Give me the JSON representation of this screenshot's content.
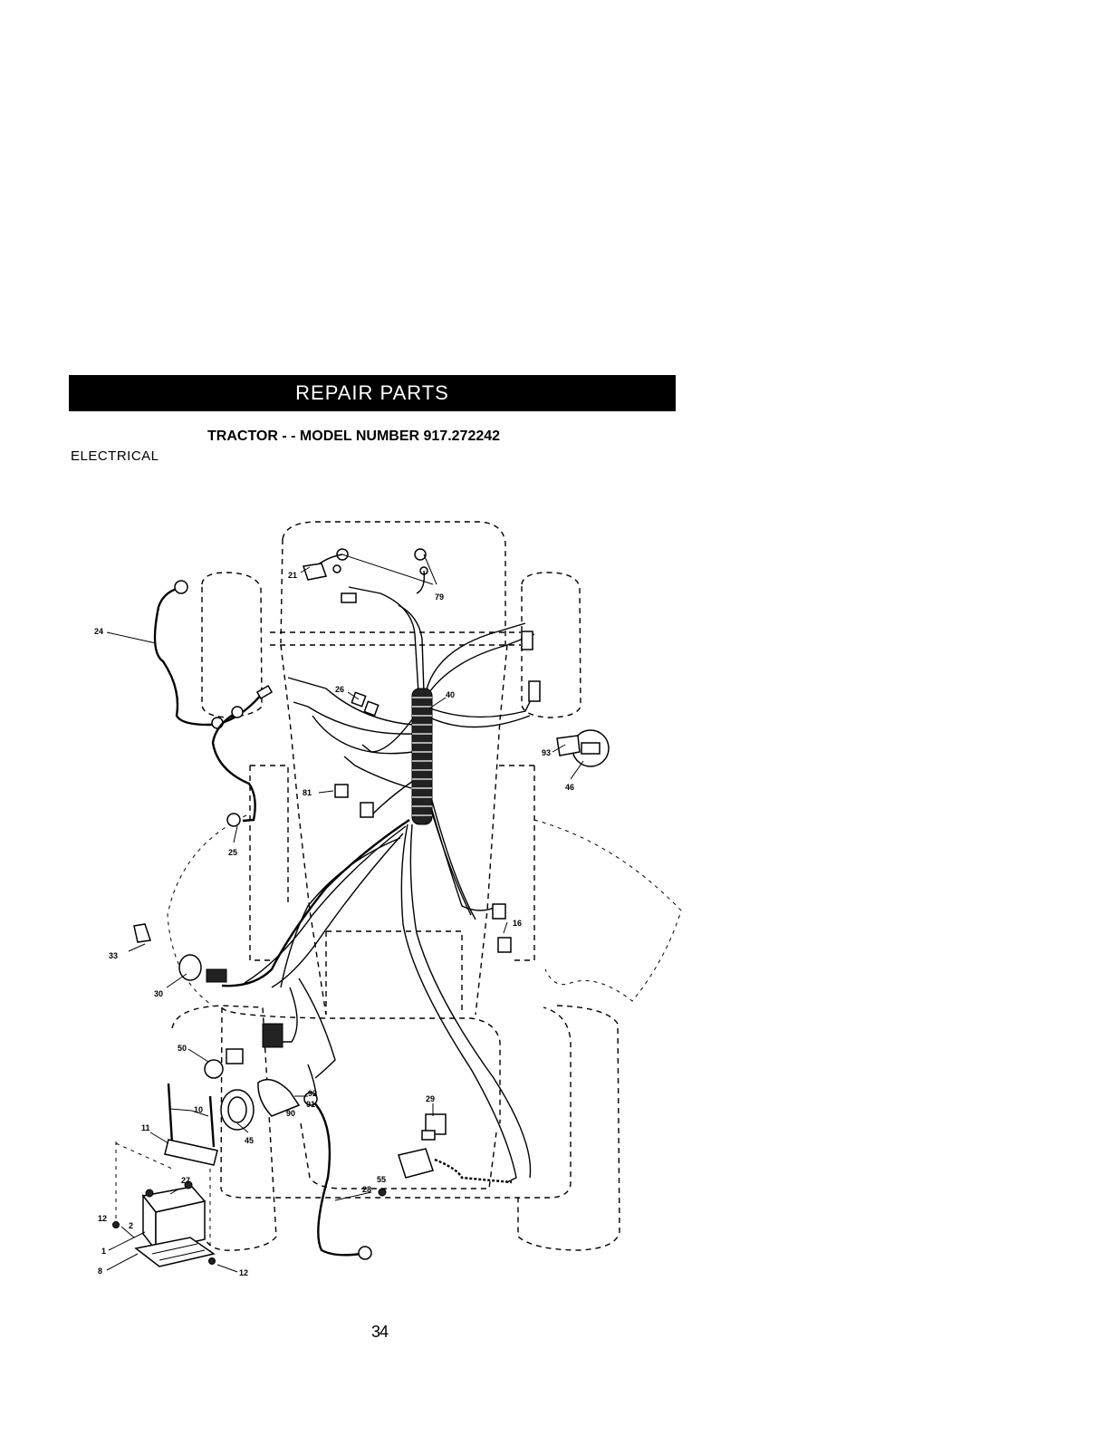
{
  "header": {
    "banner": "REPAIR PARTS"
  },
  "model_title": "TRACTOR - - MODEL NUMBER 917.272242",
  "section_label": "ELECTRICAL",
  "page_number": "34",
  "callouts": {
    "c21": "21",
    "c79": "79",
    "c24": "24",
    "c40": "40",
    "c26": "26",
    "c93": "93",
    "c46a": "46",
    "c81": "81",
    "c25": "25",
    "c16": "16",
    "c33": "33",
    "c30": "30",
    "c50": "50",
    "c10": "10",
    "c11": "11",
    "c45": "45",
    "c92": "92",
    "c91": "91",
    "c90": "90",
    "c29": "29",
    "c27": "27",
    "c55": "55",
    "c28": "28",
    "c12a": "12",
    "c2": "2",
    "c1": "1",
    "c8": "8",
    "c12b": "12"
  }
}
